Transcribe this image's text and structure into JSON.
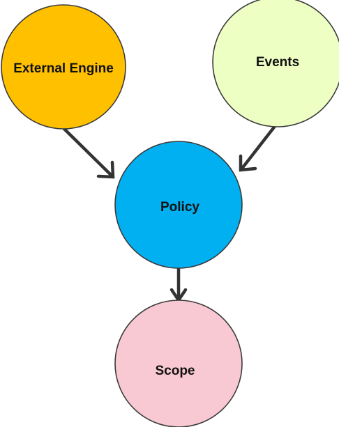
{
  "nodes": [
    {
      "id": "external-engine",
      "label": "External Engine",
      "color": "#FFC000"
    },
    {
      "id": "events",
      "label": "Events",
      "color": "#EEFFC4"
    },
    {
      "id": "policy",
      "label": "Policy",
      "color": "#00B0F0"
    },
    {
      "id": "scope",
      "label": "Scope",
      "color": "#F8C9D2"
    }
  ],
  "edges": [
    {
      "from": "external-engine",
      "to": "policy"
    },
    {
      "from": "events",
      "to": "policy"
    },
    {
      "from": "policy",
      "to": "scope"
    }
  ],
  "colors": {
    "stroke": "#3a3a3a",
    "arrow": "#333333"
  }
}
